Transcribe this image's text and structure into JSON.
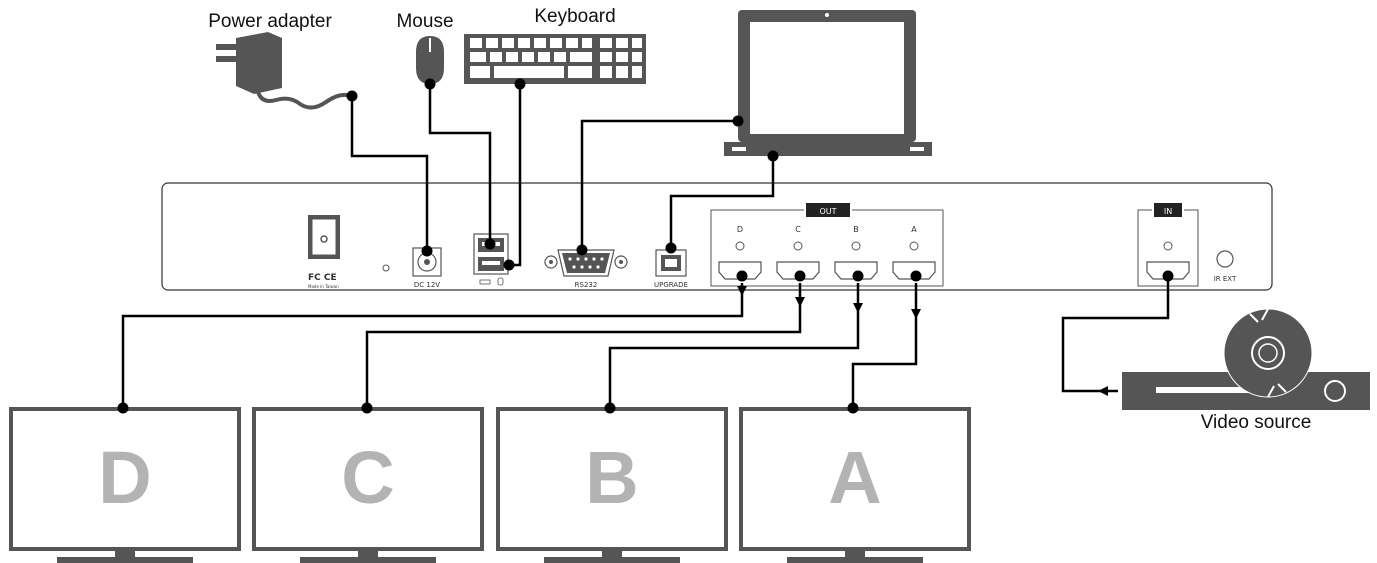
{
  "labels": {
    "power_adapter": "Power adapter",
    "mouse": "Mouse",
    "keyboard": "Keyboard",
    "video_source": "Video source"
  },
  "panel": {
    "out_label": "OUT",
    "in_label": "IN",
    "dc": "DC 12V",
    "rs232": "RS232",
    "upgrade": "UPGRADE",
    "ir_ext": "IR EXT",
    "fcc": "FC CE",
    "made_in": "Made in Taiwan",
    "port_labels": [
      "D",
      "C",
      "B",
      "A"
    ]
  },
  "monitors": [
    "D",
    "C",
    "B",
    "A"
  ],
  "colors": {
    "device": "#555555",
    "line": "#000000",
    "monitor_letter": "#b3b3b3",
    "label_bg": "#222222"
  }
}
